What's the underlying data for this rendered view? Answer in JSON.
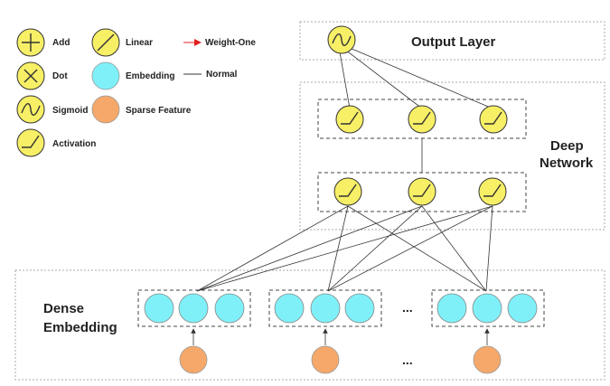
{
  "legend": {
    "add": "Add",
    "dot": "Dot",
    "sigmoid": "Sigmoid",
    "activation": "Activation",
    "linear": "Linear",
    "embedding": "Embedding",
    "sparse_feature": "Sparse Feature",
    "weight_one": "Weight-One",
    "normal": "Normal"
  },
  "output_layer": {
    "title": "Output Layer"
  },
  "deep_network": {
    "title_line1": "Deep",
    "title_line2": "Network"
  },
  "dense_embedding": {
    "title_line1": "Dense",
    "title_line2": "Embedding"
  },
  "ellipsis": "...",
  "colors": {
    "node_yellow": "#f7ef66",
    "embedding_cyan": "#7ff0f8",
    "sparse_orange": "#f5a86a",
    "weight_one_arrow": "#e02020",
    "border": "#999999"
  },
  "icons": {
    "add": "plus-icon",
    "dot": "cross-icon",
    "sigmoid": "sigmoid-icon",
    "activation": "relu-icon",
    "linear": "linear-icon"
  }
}
